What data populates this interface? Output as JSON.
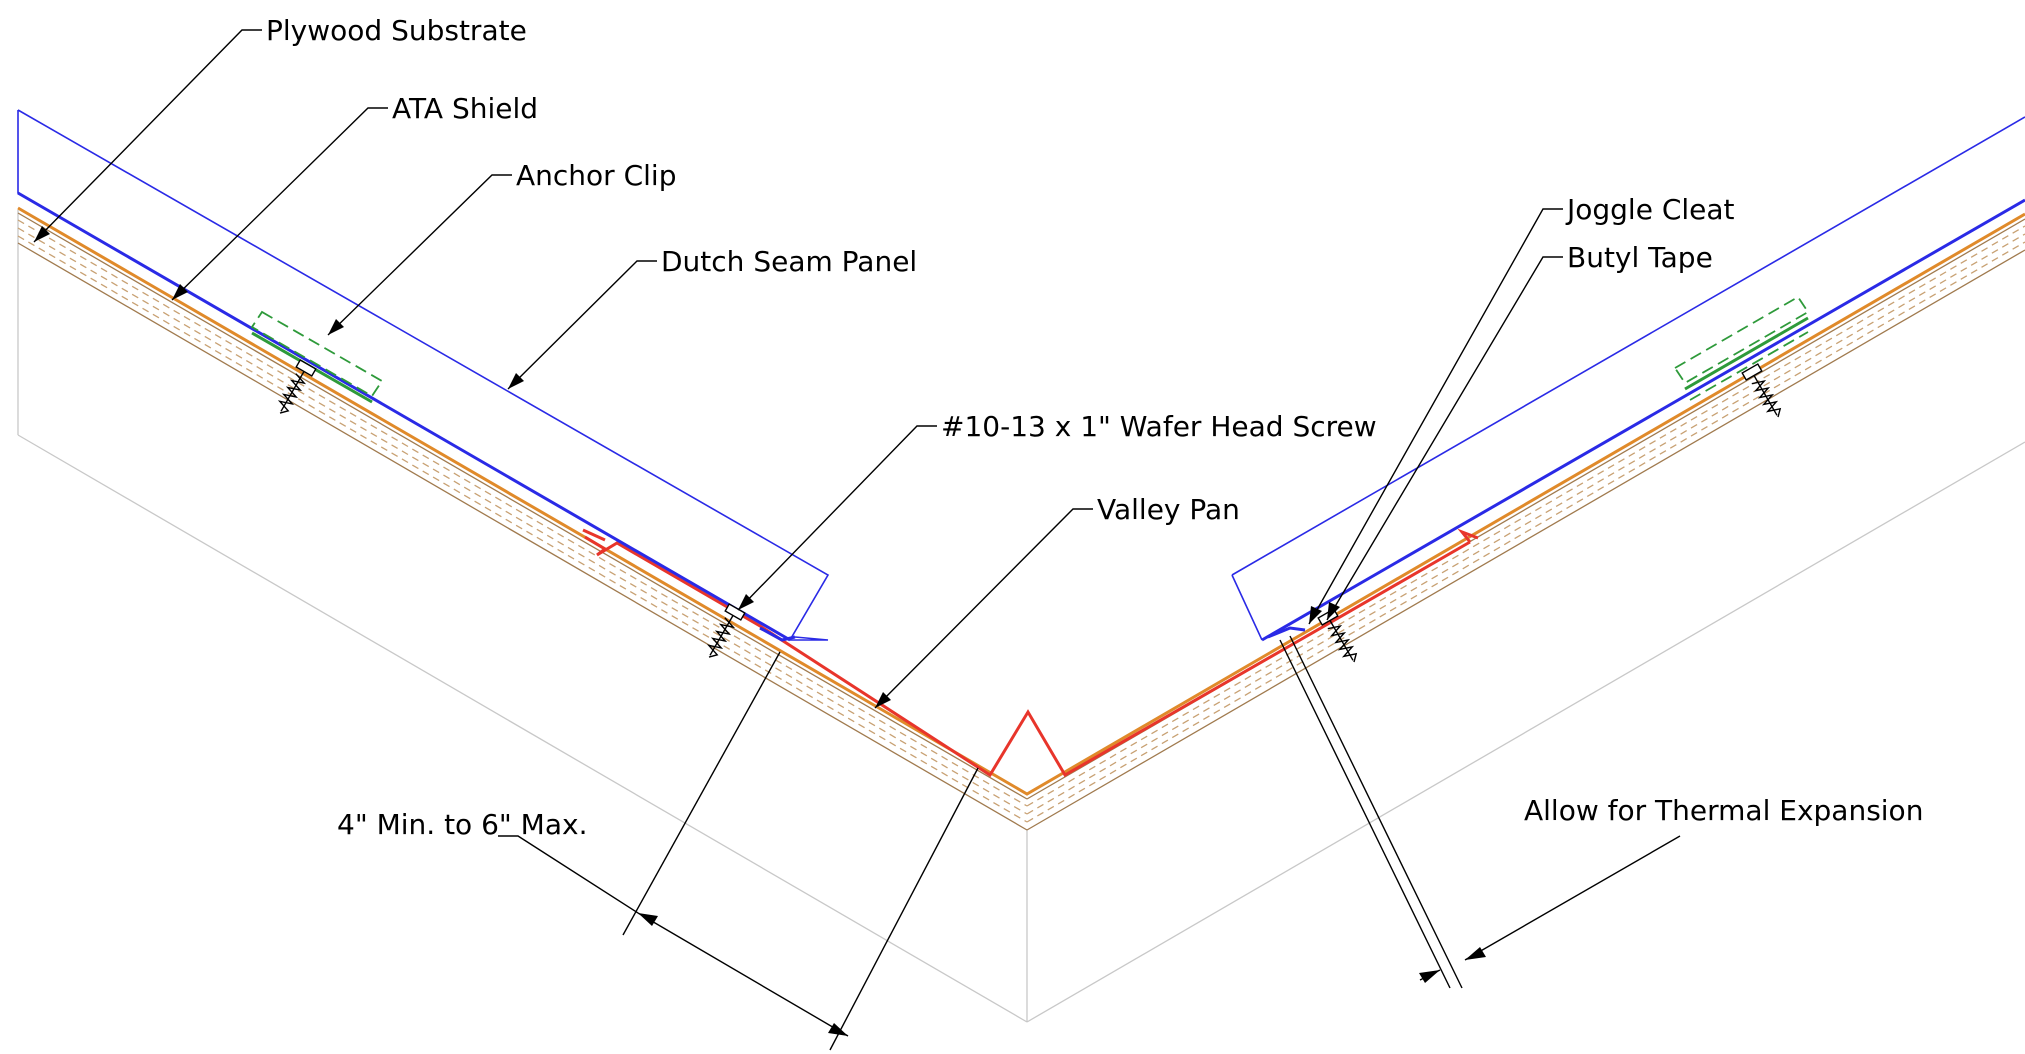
{
  "labels": {
    "plywood_substrate": "Plywood Substrate",
    "ata_shield": "ATA Shield",
    "anchor_clip": "Anchor Clip",
    "dutch_seam_panel": "Dutch Seam Panel",
    "wafer_head_screw": "#10-13 x 1\" Wafer Head Screw",
    "valley_pan": "Valley Pan",
    "joggle_cleat": "Joggle Cleat",
    "butyl_tape": "Butyl Tape",
    "dimension": "4\" Min. to 6\" Max.",
    "thermal_expansion": "Allow for Thermal Expansion"
  },
  "colors": {
    "panel": "#2a2ae6",
    "valley_pan": "#e8352b",
    "ata_shield": "#e08a2a",
    "plywood": "#c8a173",
    "anchor_clip": "#2e9a3a",
    "structure": "#c8c8c8"
  }
}
